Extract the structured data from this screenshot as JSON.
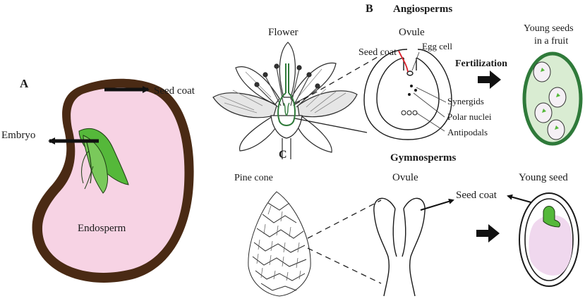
{
  "panels": {
    "a": {
      "letter": "A",
      "seed_coat": "Seed coat",
      "embryo": "Embryo",
      "endosperm": "Endosperm"
    },
    "b": {
      "letter": "B",
      "title": "Angiosperms",
      "flower": "Flower",
      "ovule": "Ovule",
      "seed_coat": "Seed coat",
      "egg_cell": "Egg cell",
      "synergids": "Synergids",
      "polar_nuclei": "Polar nuclei",
      "antipodals": "Antipodals",
      "fertilization": "Fertilization",
      "young_seeds_line1": "Young seeds",
      "young_seeds_line2": "in a fruit"
    },
    "c": {
      "letter": "C",
      "title": "Gymnosperms",
      "pine_cone": "Pine cone",
      "ovule": "Ovule",
      "seed_coat": "Seed coat",
      "young_seed": "Young seed"
    }
  },
  "colors": {
    "seed_coat": "#4a2a14",
    "endosperm": "#f7d3e4",
    "embryo": "#55b83a",
    "fruit": "#d9ecd2",
    "fruit_border": "#2f7a3a",
    "egg_cell_line": "#d8202a",
    "young_seed_fill": "#f0d8ee"
  }
}
